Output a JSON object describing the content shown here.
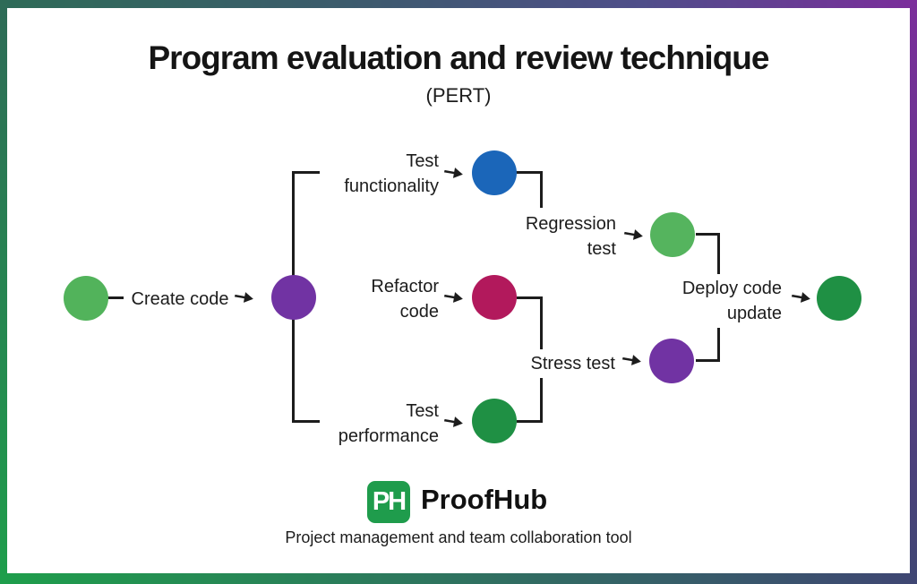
{
  "title": {
    "text": "Program evaluation and review technique",
    "subtitle": "(PERT)"
  },
  "diagram": {
    "labels": {
      "create_code": "Create code",
      "test_functionality": {
        "line1": "Test",
        "line2": "functionality"
      },
      "refactor_code": {
        "line1": "Refactor",
        "line2": "code"
      },
      "test_performance": {
        "line1": "Test",
        "line2": "performance"
      },
      "regression_test": {
        "line1": "Regression",
        "line2": "test"
      },
      "stress_test": "Stress test",
      "deploy_code_update": {
        "line1": "Deploy code",
        "line2": "update"
      }
    },
    "node_colors": {
      "start": "#52b35b",
      "hub": "#7133a3",
      "test_functionality": "#1b66b9",
      "refactor_code": "#b2195c",
      "test_performance": "#1f9044",
      "regression_test": "#55b45e",
      "stress_test": "#7133a3",
      "deploy_code_update": "#1f9044"
    },
    "connections": [
      "start -> create_code -> hub",
      "hub -> test_functionality -> regression_test",
      "hub -> refactor_code -> stress_test",
      "hub -> test_performance -> stress_test",
      "regression_test -> deploy_code_update",
      "stress_test -> deploy_code_update",
      "deploy_code_update -> end"
    ],
    "line_color": "#1c1c1c"
  },
  "footer": {
    "logo_monogram": "PH",
    "logo_color": "#1f9c4c",
    "brand": "ProofHub",
    "tagline": "Project management and team collaboration tool"
  },
  "frame_colors": {
    "top_left": "#2e6b57",
    "top_right": "#7b2d9b",
    "bottom_left": "#1e9e4b",
    "bottom_right": "#3f4673"
  }
}
